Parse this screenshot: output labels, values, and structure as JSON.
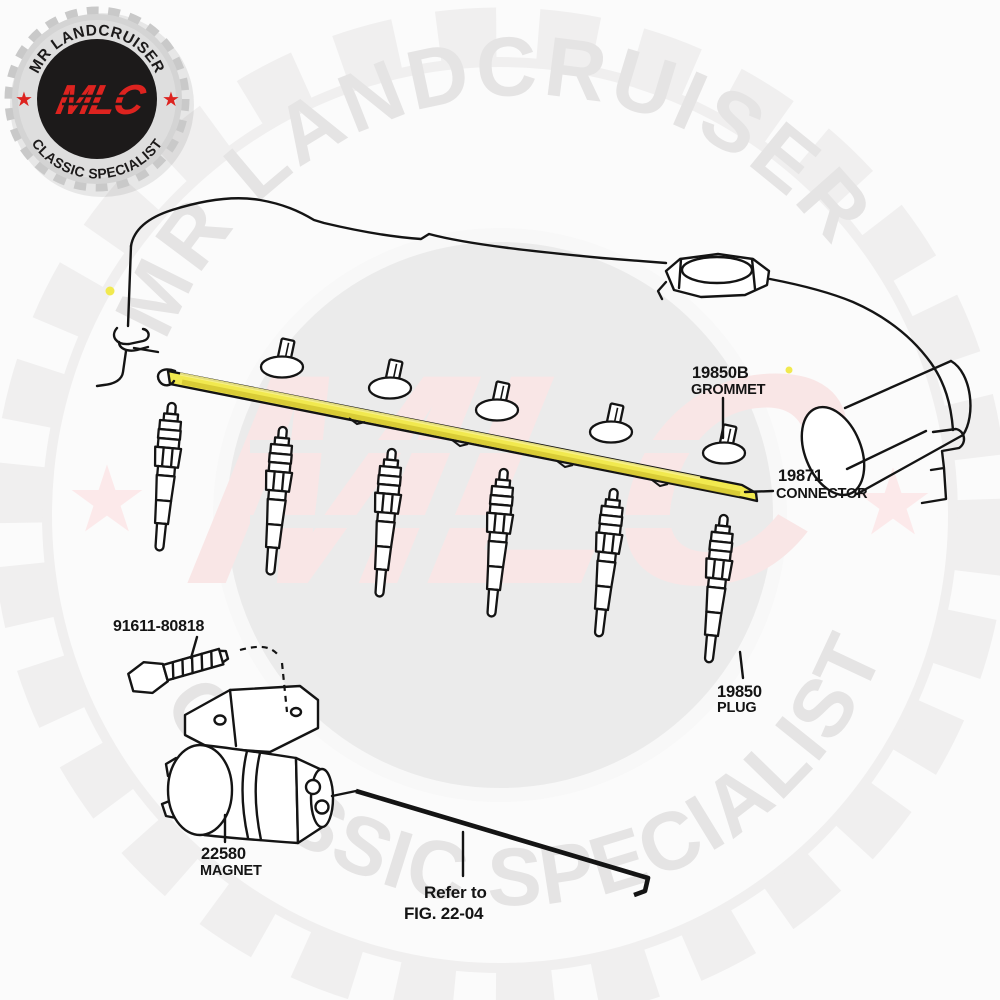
{
  "badge": {
    "arc_top": "MR LANDCRUISER",
    "arc_bottom": "CLASSIC SPECIALIST",
    "monogram": "MLC",
    "star": "★",
    "colors": {
      "red": "#dd231f",
      "black": "#1c1a1a",
      "silver": "#d4d4d4"
    }
  },
  "watermark": {
    "arc_top": "MR LANDCRUISER",
    "arc_bottom": "CLASSIC SPECIALIST",
    "monogram": "MLC",
    "star": "★",
    "colors": {
      "gray_text": "#e5e4e4",
      "pink": "#f9e6e6",
      "star_pink": "#fce9ea",
      "gear": "#f0efef",
      "band": "#fbfbfb",
      "disk": "#ebebeb"
    }
  },
  "diagram": {
    "highlight_color": "#f1e94f",
    "highlight_shade": "#d5c731",
    "labels": {
      "grommet_part": "19850B",
      "grommet_name": "GROMMET",
      "connector_part": "19871",
      "connector_name": "CONNECTOR",
      "plug_part": "19850",
      "plug_name": "PLUG",
      "bolt_part": "91611-80818",
      "magnet_part": "22580",
      "magnet_name": "MAGNET",
      "ref_line1": "Refer to",
      "ref_line2": "FIG. 22-04"
    }
  }
}
